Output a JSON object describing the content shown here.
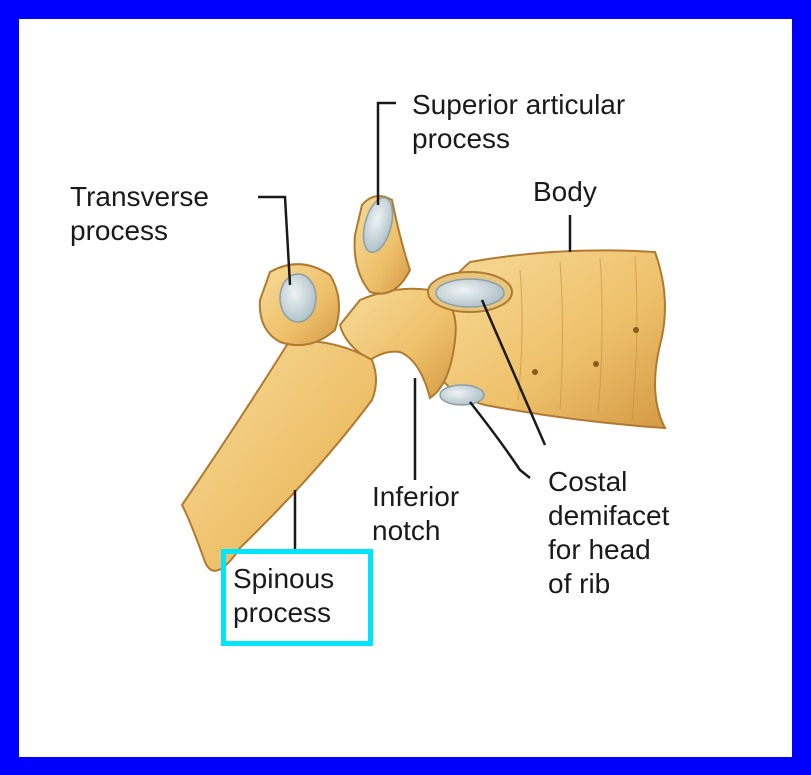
{
  "colors": {
    "background_frame": "#0000ff",
    "canvas": "#ffffff",
    "bone": "#f0c878",
    "bone_shadow": "#c98f3c",
    "articular_facet": "#cfdbe0",
    "leader_line": "#1a1a1a",
    "highlight_box": "#00e5ff"
  },
  "labels": {
    "superior_articular_process": [
      "Superior articular",
      "process"
    ],
    "transverse_process": [
      "Transverse",
      "process"
    ],
    "body": [
      "Body"
    ],
    "inferior_notch": [
      "Inferior",
      "notch"
    ],
    "costal_demifacet": [
      "Costal",
      "demifacet",
      "for head",
      "of rib"
    ],
    "spinous_process": [
      "Spinous",
      "process"
    ]
  },
  "highlighted_label": "spinous_process"
}
